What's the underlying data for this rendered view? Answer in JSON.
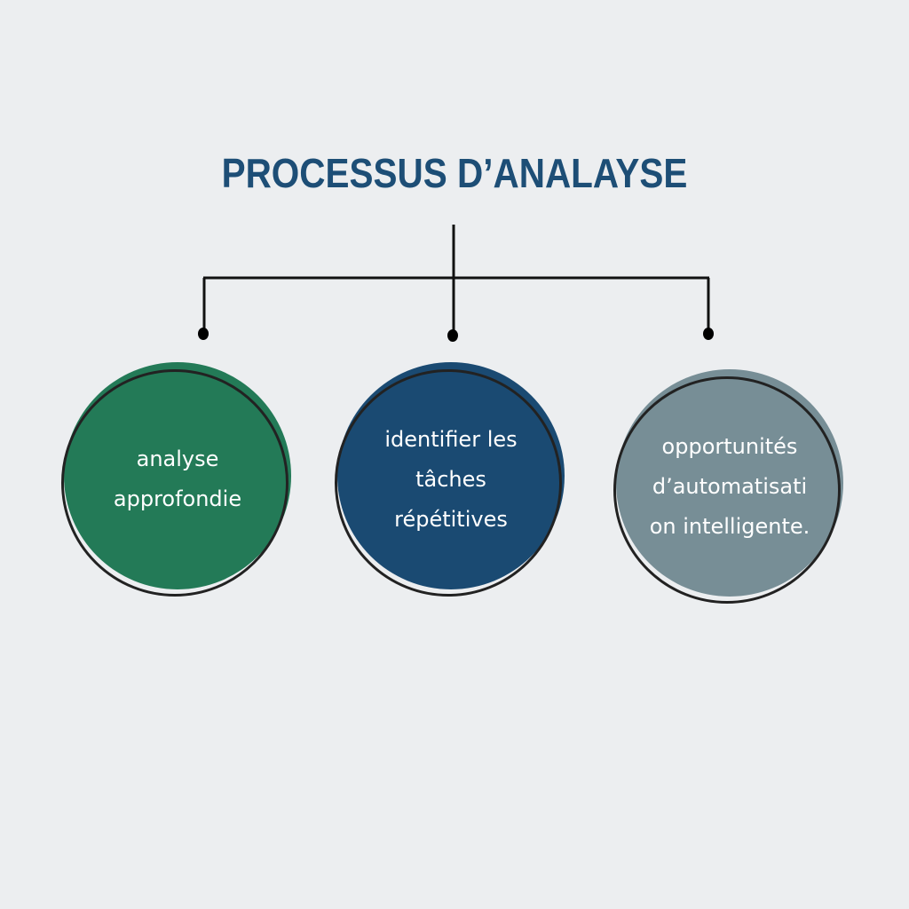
{
  "title": "PROCESSUS D’ANALAYSE",
  "colors": {
    "background": "#eceef0",
    "title": "#1d4e76",
    "connector": "#111111"
  },
  "nodes": [
    {
      "label": "analyse approfondie",
      "lines": [
        "analyse",
        "approfondie"
      ],
      "color": "#237a57"
    },
    {
      "label": "identifier les tâches répétitives",
      "lines": [
        "identifier les",
        "tâches",
        "répétitives"
      ],
      "color": "#1a4a72"
    },
    {
      "label": "opportunités d’automatisation intelligente.",
      "lines": [
        "opportunités",
        "d’automatisati",
        "on intelligente."
      ],
      "color": "#778e96"
    }
  ]
}
